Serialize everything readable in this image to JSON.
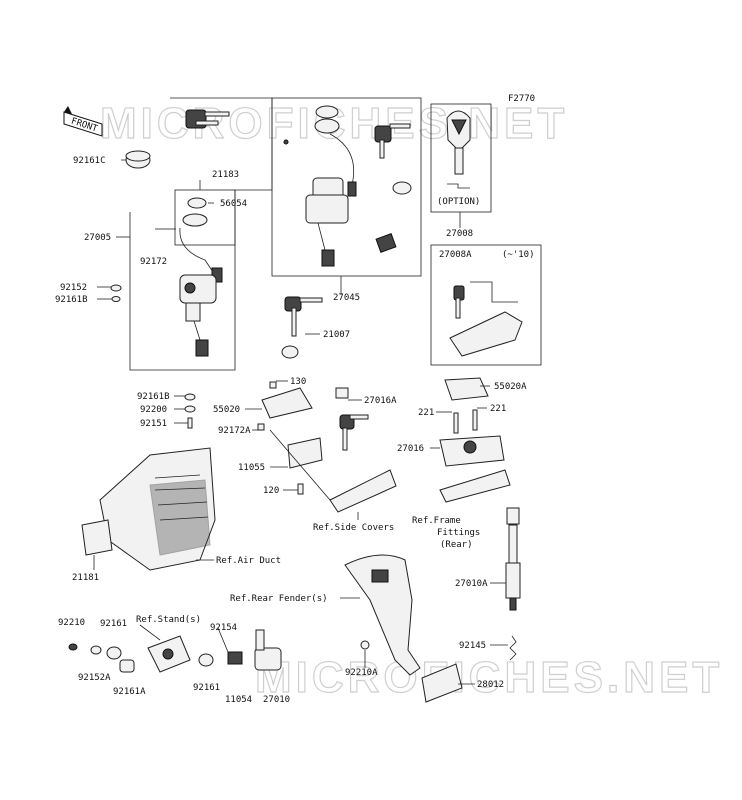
{
  "diagram": {
    "code": "F2770",
    "watermark": "MICROFICHES.NET",
    "front_label": "FRONT",
    "labels": {
      "p92161C": "92161C",
      "p21183": "21183",
      "p56054": "56054",
      "p27005": "27005",
      "p92172": "92172",
      "p92152": "92152",
      "p92161B_top": "92161B",
      "p92161B_bot": "92161B",
      "p92200": "92200",
      "p92151": "92151",
      "p27045": "27045",
      "p21007": "21007",
      "p27008": "27008",
      "option": "(OPTION)",
      "p27008A": "27008A",
      "range": "(~'10)",
      "p130": "130",
      "p55020": "55020",
      "p27016A": "27016A",
      "p55020A": "55020A",
      "p221a": "221",
      "p221b": "221",
      "p92172A": "92172A",
      "p27016": "27016",
      "p11055": "11055",
      "p120": "120",
      "ref_side_covers": "Ref.Side Covers",
      "ref_frame_1": "Ref.Frame",
      "ref_frame_2": "Fittings",
      "ref_frame_3": "(Rear)",
      "ref_air_duct": "Ref.Air Duct",
      "p21181": "21181",
      "ref_rear_fender": "Ref.Rear Fender(s)",
      "p27010A": "27010A",
      "ref_stand": "Ref.Stand(s)",
      "p92210": "92210",
      "p92161": "92161",
      "p92154": "92154",
      "p92145": "92145",
      "p92152A": "92152A",
      "p92161_b": "92161",
      "p92161A": "92161A",
      "p11054": "11054",
      "p27010": "27010",
      "p92210A": "92210A",
      "p28012": "28012"
    }
  }
}
